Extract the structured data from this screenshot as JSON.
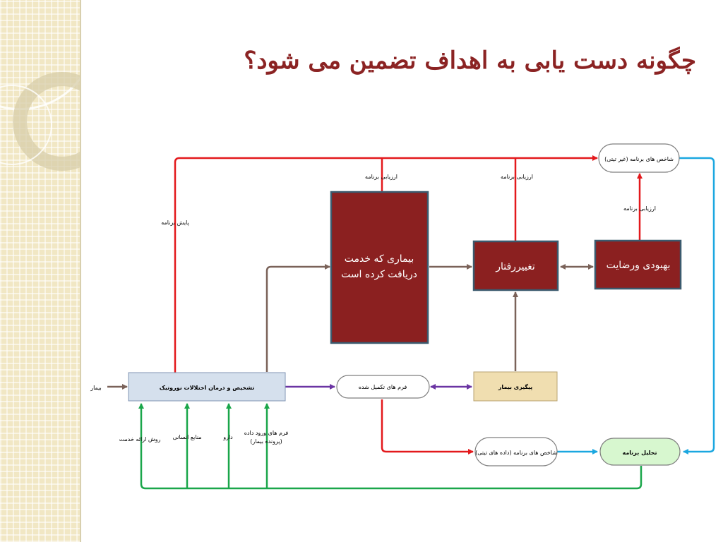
{
  "slide": {
    "title": "چگونه دست یابی به اهداف تضمین می شود؟"
  },
  "diagram": {
    "nodes": {
      "diagnosis": "تشخیص و درمان اختلالات نوروتیک",
      "served_patient_line1": "بیماری که خدمت",
      "served_patient_line2": "دریافت کرده است",
      "behavior_change": "تغییررفتار",
      "improvement": "بهبودی ورضایت",
      "indicators_nontech": "شاخص های برنامه (غیر تیتی)",
      "completed_forms": "فرم های تکمیل شده",
      "patient_followup": "پیگیری بیمار",
      "indicators_data": "شاخص های برنامه (داده های تیتی)",
      "program_analysis": "تحلیل برنامه"
    },
    "labels": {
      "patient": "بیمار",
      "program_monitoring": "پایش برنامه",
      "program_evaluation_1": "ارزیابی برنامه",
      "program_evaluation_2": "ارزیابی برنامه",
      "program_evaluation_3": "ارزیابی برنامه",
      "service_method": "روش ارائه خدمت",
      "human_resources": "منابع انسانی",
      "drug": "دارو",
      "input_forms_line1": "فرم های ورود داده",
      "input_forms_line2": "(پرونده بیمار)"
    },
    "colors": {
      "dark_red_box": "#8b2020",
      "red_arrow": "#e3191c",
      "blue_arrow": "#1ba7e0",
      "green_arrow": "#1aa64a",
      "brown_arrow": "#7a6259",
      "purple_arrow": "#6b35a3",
      "diag_fill": "#d5e0ed",
      "followup_fill": "#f0deb0",
      "analysis_fill": "#d7f7cf",
      "title_color": "#8b2323"
    }
  }
}
